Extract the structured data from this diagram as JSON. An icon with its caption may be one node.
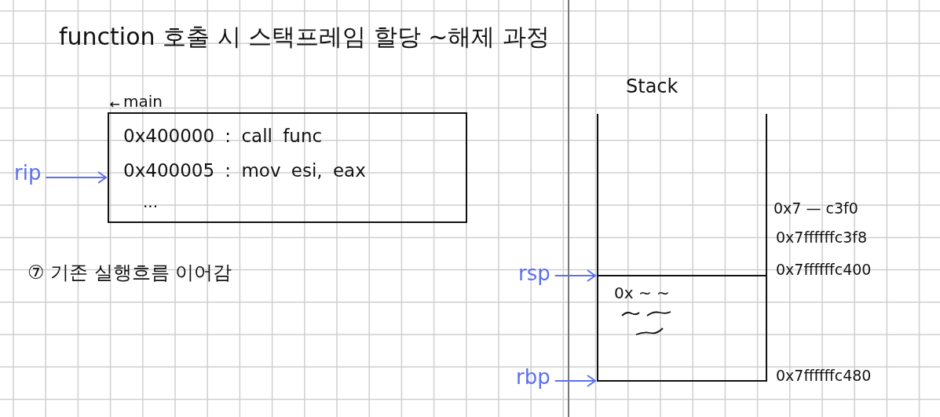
{
  "diagram": {
    "title": "function 호출 시 스택프레임 할당 ~해제 과정",
    "nodes": [
      {
        "text": [
          "main",
          "0x400000 : call func",
          "0x400005 : mov esi, eax",
          "..."
        ]
      },
      {
        "text": [
          "rip"
        ]
      },
      {
        "text": [
          "Stack"
        ]
      },
      {
        "text": [
          "0x ~ ~"
        ],
        "in": 2
      },
      {
        "text": [
          "rsp"
        ]
      },
      {
        "text": [
          "rbp"
        ]
      }
    ],
    "edges": [
      {
        "from": 1,
        "to": 0,
        "arrow": "to"
      },
      {
        "from": 4,
        "to": 3,
        "arrow": "to"
      },
      {
        "from": 5,
        "to": 3,
        "arrow": "to"
      }
    ],
    "labels": [
      "0x7 — c3f0",
      "0x7ffffffc3f8",
      "0x7ffffffc400",
      "0x7ffffffc480",
      "⑦ 기존 실행흐름 이어감"
    ]
  }
}
